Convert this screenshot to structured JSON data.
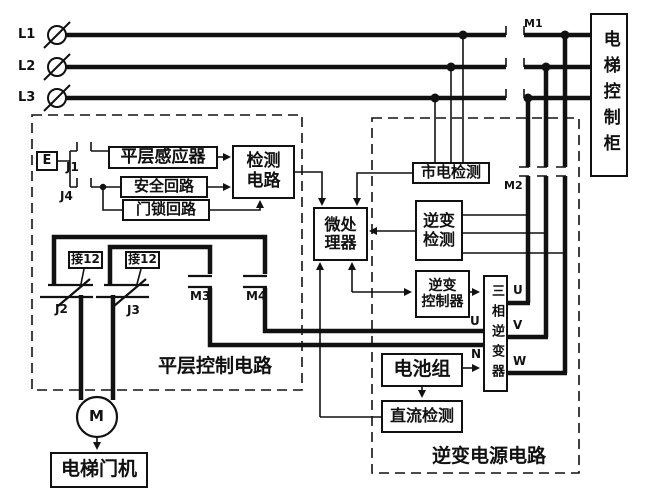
{
  "titles": {
    "leveling_circuit": "平层控制电路",
    "inverter_circuit": "逆变电源电路"
  },
  "phases": {
    "l1": "L1",
    "l2": "L2",
    "l3": "L3"
  },
  "contacts": {
    "m1": "M1",
    "m2": "M2",
    "m3": "M3",
    "m4": "M4",
    "j1": "J1",
    "j2": "J2",
    "j3": "J3",
    "j4": "J4"
  },
  "boxes": {
    "e": "E",
    "leveling_sensor": "平层感应器",
    "detection_line1": "检测",
    "detection_line2": "电路",
    "safety_loop": "安全回路",
    "door_lock_loop": "门锁回路",
    "mains_detection": "市电检测",
    "micro_line1": "微处",
    "micro_line2": "理器",
    "inverter_detection_line1": "逆变",
    "inverter_detection_line2": "检测",
    "inverter_controller_line1": "逆变",
    "inverter_controller_line2": "控制器",
    "three_phase_inverter": "三相逆变器",
    "battery": "电池组",
    "dc_detection": "直流检测",
    "door_machine": "电梯门机",
    "cabinet": "电梯控制柜",
    "jie12_a": "接12",
    "jie12_b": "接12"
  },
  "terminals": {
    "u_out": "U",
    "v_out": "V",
    "w_out": "W",
    "u_in": "U",
    "n_in": "N",
    "motor": "M"
  },
  "colors": {
    "ink": "#111111",
    "background": "#ffffff"
  }
}
